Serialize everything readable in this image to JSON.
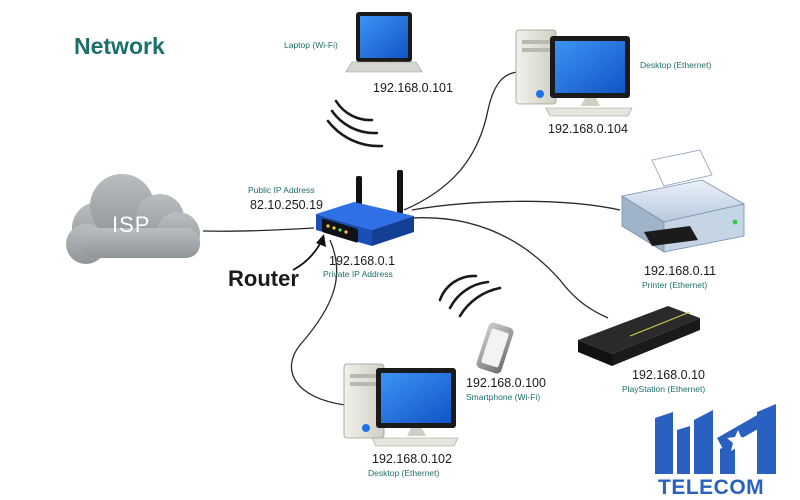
{
  "title": "Network",
  "isp": {
    "label": "ISP"
  },
  "router": {
    "name": "Router",
    "public_caption": "Public IP Address",
    "public_ip": "82.10.250.19",
    "private_ip": "192.168.0.1",
    "private_caption": "Private IP Address"
  },
  "devices": {
    "laptop": {
      "caption": "Laptop (Wi-Fi)",
      "ip": "192.168.0.101",
      "link": "wifi"
    },
    "desktop_top": {
      "caption": "Desktop (Ethernet)",
      "ip": "192.168.0.104",
      "link": "ethernet"
    },
    "printer": {
      "ip": "192.168.0.11",
      "caption": "Printer (Ethernet)",
      "link": "ethernet"
    },
    "playstation": {
      "ip": "192.168.0.10",
      "caption": "PlayStation (Ethernet)",
      "link": "ethernet"
    },
    "smartphone": {
      "ip": "192.168.0.100",
      "caption": "Smartphone (Wi-Fi)",
      "link": "wifi"
    },
    "desktop_bottom": {
      "ip": "192.168.0.102",
      "caption": "Desktop (Ethernet)",
      "link": "ethernet"
    }
  },
  "logo": {
    "text": "TELECOM"
  },
  "colors": {
    "title_teal": "#1c6f6a",
    "router_blue": "#1e5bd6",
    "screen_blue": "#1e73e6",
    "cloud_gray": "#a9aeb1",
    "logo_blue": "#2a61c0"
  }
}
